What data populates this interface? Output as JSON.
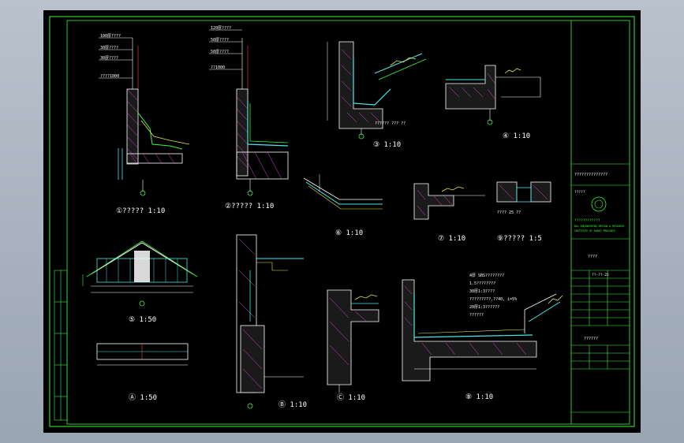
{
  "drawing": {
    "labels": {
      "d1": "①????? 1:10",
      "d2": "②????? 1:10",
      "d3": "③ 1:10",
      "d4": "④ 1:10",
      "d5": "⑤ 1:50",
      "d6": "⑥ 1:10",
      "d7": "⑦ 1:10",
      "d9": "⑨????? 1:5",
      "dA": "Ⓐ 1:50",
      "dB": "Ⓑ 1:10",
      "dC": "Ⓒ 1:10",
      "d8": "⑧ 1:10"
    },
    "notes": {
      "d1": [
        "100厚????",
        "30厚????",
        "30厚????",
        "????1000"
      ],
      "d2": [
        "120厚????",
        "50厚????",
        "50厚????",
        "??1000"
      ],
      "d3": "??????  ???  ??",
      "d9": "???? 25 ??",
      "d8_spec": [
        "4厚 SBS????????",
        "1.5????????",
        "30厚1:3????",
        "?????????,??40, i=5%",
        "20厚1:3??????",
        "??????"
      ]
    },
    "title_block": {
      "project": "??????????????",
      "stamp_label": "?????",
      "company": "????????????",
      "company_en": "BAL ENGINEERING DESIGN & RESEARCH",
      "company_sub": "INSTITUTE OF HUBEI PROVINCE",
      "drawing_title": "????",
      "sheet_no": "??-??-25",
      "footer": "??????"
    }
  }
}
